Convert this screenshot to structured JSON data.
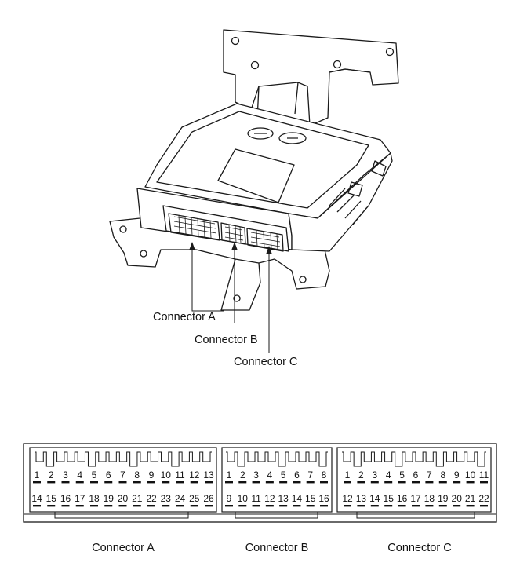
{
  "callouts": {
    "a": "Connector A",
    "b": "Connector B",
    "c": "Connector C"
  },
  "connectors": {
    "a": {
      "label": "Connector A",
      "row1": [
        "1",
        "2",
        "3",
        "4",
        "5",
        "6",
        "7",
        "8",
        "9",
        "10",
        "11",
        "12",
        "13"
      ],
      "row2": [
        "14",
        "15",
        "16",
        "17",
        "18",
        "19",
        "20",
        "21",
        "22",
        "23",
        "24",
        "25",
        "26"
      ]
    },
    "b": {
      "label": "Connector B",
      "row1": [
        "1",
        "2",
        "3",
        "4",
        "5",
        "6",
        "7",
        "8"
      ],
      "row2": [
        "9",
        "10",
        "11",
        "12",
        "13",
        "14",
        "15",
        "16"
      ]
    },
    "c": {
      "label": "Connector C",
      "row1": [
        "1",
        "2",
        "3",
        "4",
        "5",
        "6",
        "7",
        "8",
        "9",
        "10",
        "11"
      ],
      "row2": [
        "12",
        "13",
        "14",
        "15",
        "16",
        "17",
        "18",
        "19",
        "20",
        "21",
        "22"
      ]
    }
  }
}
